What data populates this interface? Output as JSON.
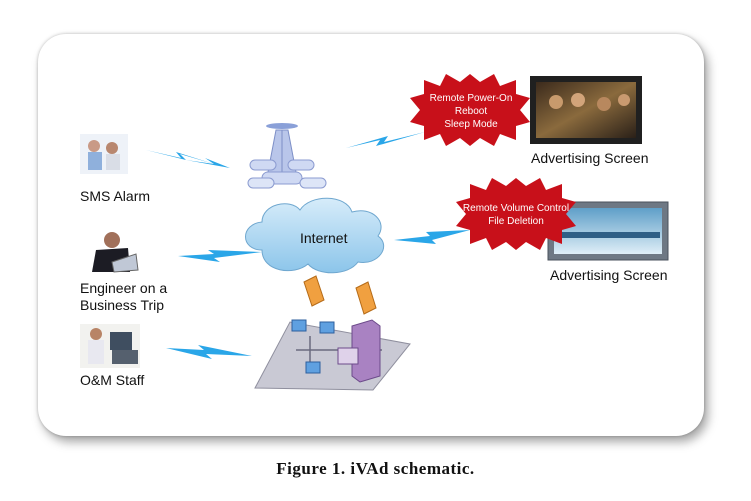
{
  "labels": {
    "sms_alarm": "SMS Alarm",
    "engineer_line1": "Engineer on a",
    "engineer_line2": "Business Trip",
    "om_staff": "O&M Staff",
    "internet": "Internet",
    "ad_screen_top": "Advertising Screen",
    "ad_screen_bottom": "Advertising Screen"
  },
  "bursts": {
    "top": [
      "Remote Power-On",
      "Reboot",
      "Sleep Mode"
    ],
    "bottom": [
      "Remote Volume Control",
      "File Deletion"
    ]
  },
  "caption": "Figure 1. iVAd schematic.",
  "colors": {
    "burst_fill": "#c8101a",
    "bolt": "#2aa6e8",
    "cloud": "#9fd0ee",
    "platform": "#c9c9d4"
  }
}
